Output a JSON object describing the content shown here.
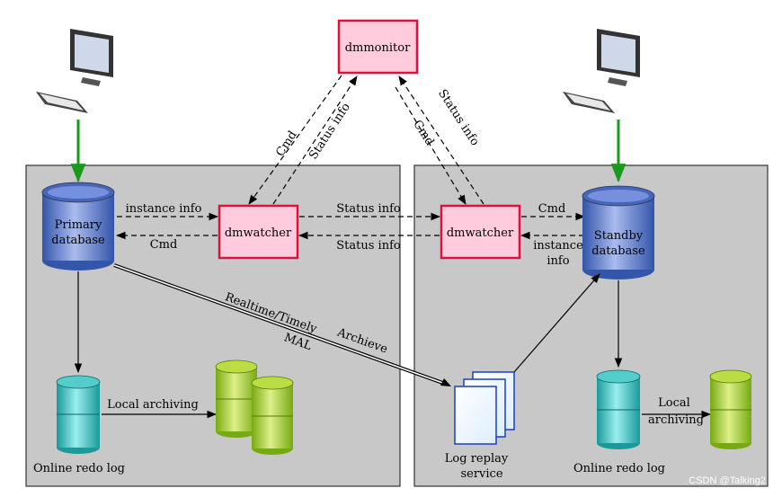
{
  "nodes": {
    "dmmonitor": "dmmonitor",
    "dmwatcher_left": "dmwatcher",
    "dmwatcher_right": "dmwatcher",
    "primary_line1": "Primary",
    "primary_line2": "database",
    "standby_line1": "Standby",
    "standby_line2": "database",
    "online_redo_left": "Online redo log",
    "online_redo_right": "Online redo log",
    "log_replay_line1": "Log  replay",
    "log_replay_line2": "service"
  },
  "edges": {
    "monitor_left_cmd": "Cmd",
    "monitor_left_status": "Status info",
    "monitor_right_status": "Status info",
    "monitor_right_cmd": "Cmd",
    "left_instance_info": "instance info",
    "left_cmd": "Cmd",
    "watchers_status_top": "Status info",
    "watchers_status_bottom": "Status info",
    "right_cmd": "Cmd",
    "right_instance_line1": "instance",
    "right_instance_line2": "info",
    "realtime_timely": "Realtime/Timely",
    "mal": "MAL",
    "archieve": "Archieve",
    "local_archiving_left": "Local archiving",
    "local_archiving_right_line1": "Local",
    "local_archiving_right_line2": "archiving"
  },
  "watermark": "CSDN @Talking2",
  "colors": {
    "panel": "#c8c8c8",
    "box_fill": "#ffccdd",
    "box_border": "#e0103c",
    "db_blue": "#5577cc",
    "db_cyan": "#2fb8b8",
    "db_green": "#99cc22",
    "arrow_green": "#1a9a1a"
  },
  "icons": [
    "computer-icon",
    "computer-icon"
  ]
}
